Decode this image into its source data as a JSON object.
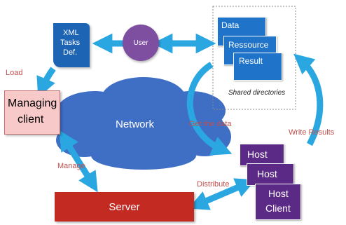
{
  "nodes": {
    "xml_doc": {
      "line1": "XML",
      "line2": "Tasks",
      "line3": "Def."
    },
    "user": "User",
    "data": "Data",
    "ressource": "Ressource",
    "result": "Result",
    "shared": "Shared directories",
    "managing": {
      "line1": "Managing",
      "line2": "client"
    },
    "network": "Network",
    "host1": "Host",
    "host2": "Host",
    "host3": {
      "line1": "Host",
      "line2": "Client"
    },
    "server": "Server"
  },
  "edges": {
    "load": "Load",
    "get_data": "Get the data",
    "write_results": "Write Results",
    "manage": "Manage",
    "distribute": "Distribute"
  },
  "colors": {
    "arrow": "#2aa7e0",
    "doc": "#1d64b5",
    "user": "#7e4fa0",
    "data_box": "#1f73c9",
    "managing_fill": "#f8c9c9",
    "host": "#5b2a86",
    "server": "#c22a22",
    "network": "#3f6ec5",
    "edge_label": "#c0504d"
  }
}
